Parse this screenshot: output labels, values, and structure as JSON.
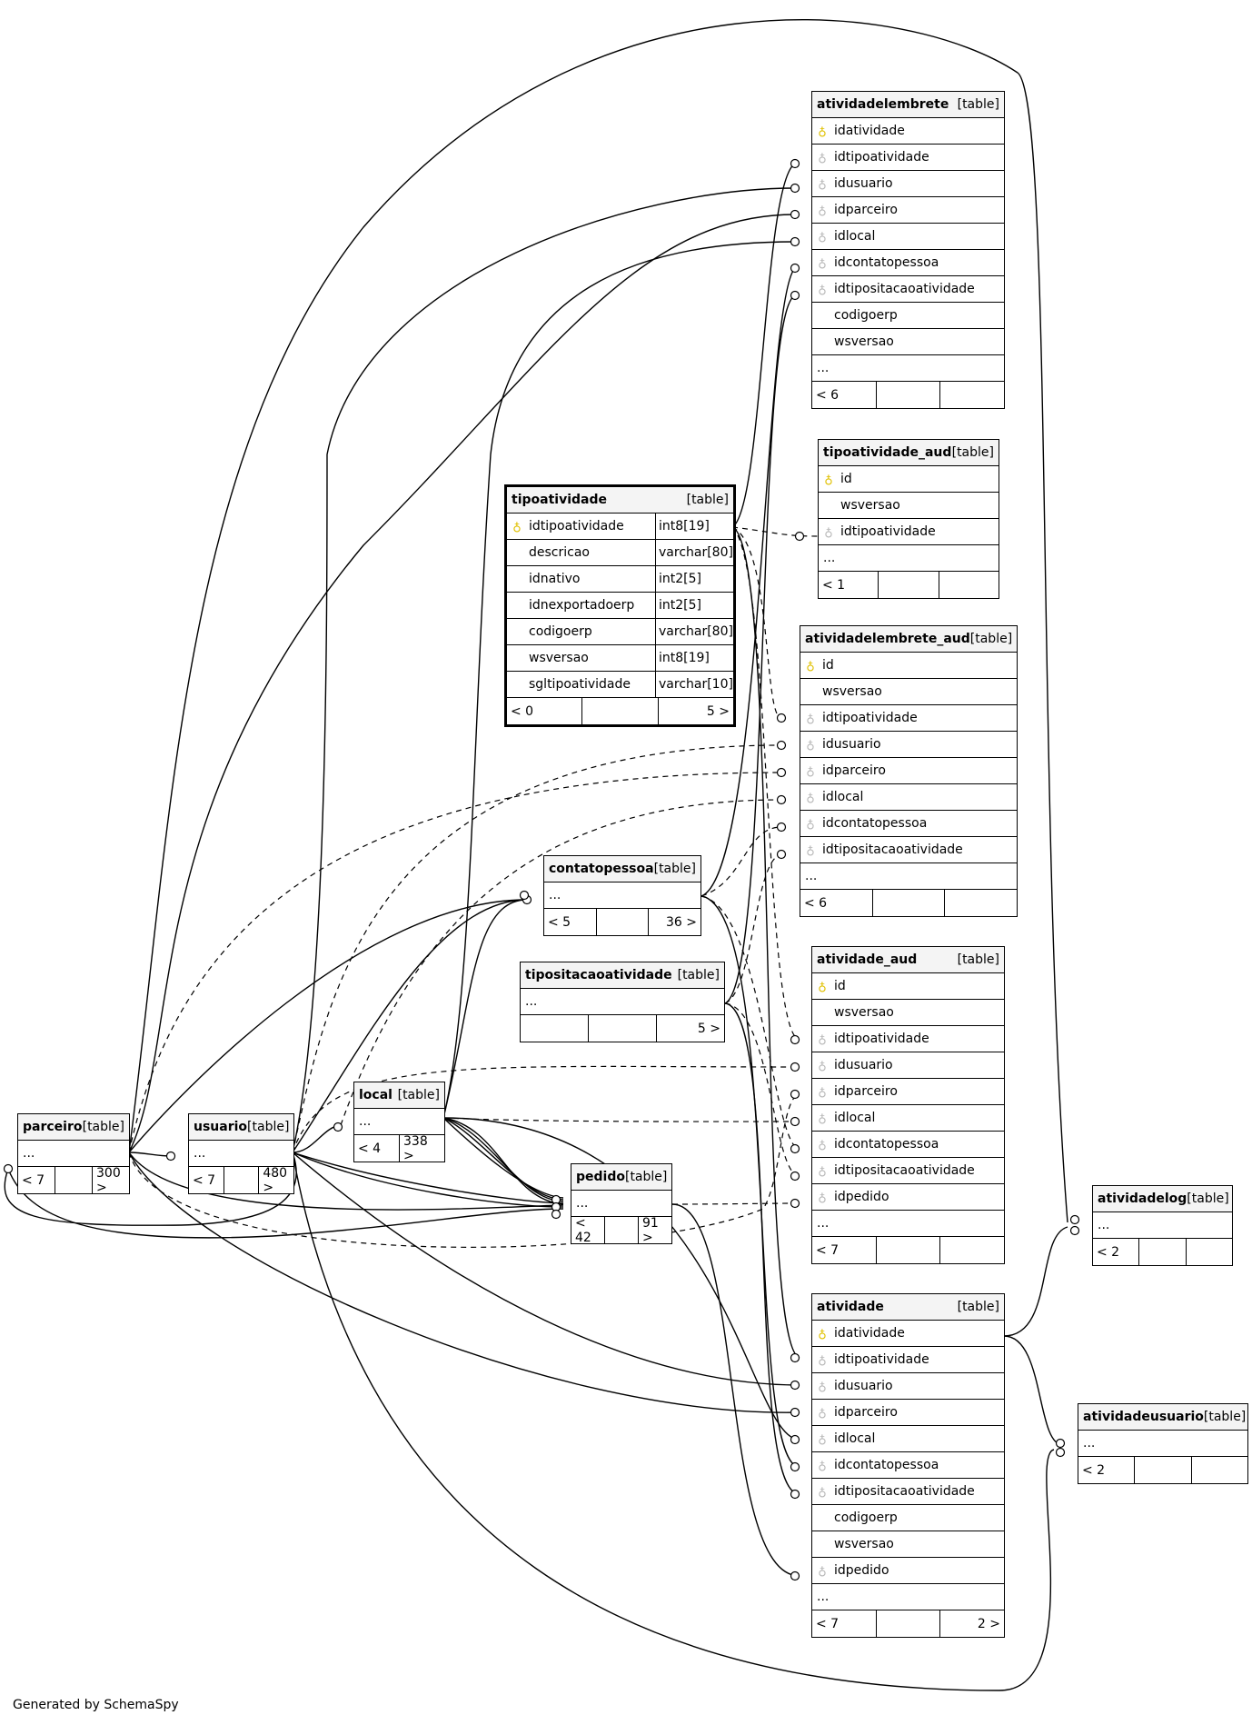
{
  "credit": "Generated by SchemaSpy",
  "table_kind": "[table]",
  "ellipsis": "...",
  "tables": {
    "atividadelembrete": {
      "name": "atividadelembrete",
      "columns": [
        {
          "name": "idatividade",
          "key": "pk"
        },
        {
          "name": "idtipoatividade",
          "key": "fk"
        },
        {
          "name": "idusuario",
          "key": "fk"
        },
        {
          "name": "idparceiro",
          "key": "fk"
        },
        {
          "name": "idlocal",
          "key": "fk"
        },
        {
          "name": "idcontatopessoa",
          "key": "fk"
        },
        {
          "name": "idtipositacaoatividade",
          "key": "fk"
        },
        {
          "name": "codigoerp",
          "key": ""
        },
        {
          "name": "wsversao",
          "key": ""
        }
      ],
      "footer": [
        "< 6",
        "",
        ""
      ]
    },
    "tipoatividade_aud": {
      "name": "tipoatividade_aud",
      "columns": [
        {
          "name": "id",
          "key": "pk"
        },
        {
          "name": "wsversao",
          "key": ""
        },
        {
          "name": "idtipoatividade",
          "key": "fk"
        }
      ],
      "footer": [
        "< 1",
        "",
        ""
      ]
    },
    "tipoatividade": {
      "name": "tipoatividade",
      "columns": [
        {
          "name": "idtipoatividade",
          "key": "pk",
          "type": "int8[19]"
        },
        {
          "name": "descricao",
          "key": "",
          "type": "varchar[80]"
        },
        {
          "name": "idnativo",
          "key": "",
          "type": "int2[5]"
        },
        {
          "name": "idnexportadoerp",
          "key": "",
          "type": "int2[5]"
        },
        {
          "name": "codigoerp",
          "key": "",
          "type": "varchar[80]"
        },
        {
          "name": "wsversao",
          "key": "",
          "type": "int8[19]"
        },
        {
          "name": "sgltipoatividade",
          "key": "",
          "type": "varchar[10]"
        }
      ],
      "footer": [
        "< 0",
        "",
        "5 >"
      ]
    },
    "atividadelembrete_aud": {
      "name": "atividadelembrete_aud",
      "columns": [
        {
          "name": "id",
          "key": "pk"
        },
        {
          "name": "wsversao",
          "key": ""
        },
        {
          "name": "idtipoatividade",
          "key": "fk"
        },
        {
          "name": "idusuario",
          "key": "fk"
        },
        {
          "name": "idparceiro",
          "key": "fk"
        },
        {
          "name": "idlocal",
          "key": "fk"
        },
        {
          "name": "idcontatopessoa",
          "key": "fk"
        },
        {
          "name": "idtipositacaoatividade",
          "key": "fk"
        }
      ],
      "footer": [
        "< 6",
        "",
        ""
      ]
    },
    "contatopessoa": {
      "name": "contatopessoa",
      "columns": [],
      "footer": [
        "< 5",
        "",
        "36 >"
      ]
    },
    "tipositacaoatividade": {
      "name": "tipositacaoatividade",
      "columns": [],
      "footer": [
        "",
        "",
        "5 >"
      ]
    },
    "atividade_aud": {
      "name": "atividade_aud",
      "columns": [
        {
          "name": "id",
          "key": "pk"
        },
        {
          "name": "wsversao",
          "key": ""
        },
        {
          "name": "idtipoatividade",
          "key": "fk"
        },
        {
          "name": "idusuario",
          "key": "fk"
        },
        {
          "name": "idparceiro",
          "key": "fk"
        },
        {
          "name": "idlocal",
          "key": "fk"
        },
        {
          "name": "idcontatopessoa",
          "key": "fk"
        },
        {
          "name": "idtipositacaoatividade",
          "key": "fk"
        },
        {
          "name": "idpedido",
          "key": "fk"
        }
      ],
      "footer": [
        "< 7",
        "",
        ""
      ]
    },
    "parceiro": {
      "name": "parceiro",
      "columns": [],
      "footer": [
        "< 7",
        "",
        "300 >"
      ]
    },
    "usuario": {
      "name": "usuario",
      "columns": [],
      "footer": [
        "< 7",
        "",
        "480 >"
      ]
    },
    "local": {
      "name": "local",
      "columns": [],
      "footer": [
        "< 4",
        "338 >"
      ]
    },
    "pedido": {
      "name": "pedido",
      "columns": [],
      "footer": [
        "< 42",
        "",
        "91 >"
      ]
    },
    "atividadelog": {
      "name": "atividadelog",
      "columns": [],
      "footer": [
        "< 2",
        "",
        ""
      ]
    },
    "atividade": {
      "name": "atividade",
      "columns": [
        {
          "name": "idatividade",
          "key": "pk"
        },
        {
          "name": "idtipoatividade",
          "key": "fk"
        },
        {
          "name": "idusuario",
          "key": "fk"
        },
        {
          "name": "idparceiro",
          "key": "fk"
        },
        {
          "name": "idlocal",
          "key": "fk"
        },
        {
          "name": "idcontatopessoa",
          "key": "fk"
        },
        {
          "name": "idtipositacaoatividade",
          "key": "fk"
        },
        {
          "name": "codigoerp",
          "key": ""
        },
        {
          "name": "wsversao",
          "key": ""
        },
        {
          "name": "idpedido",
          "key": "fk"
        }
      ],
      "footer": [
        "< 7",
        "",
        "2 >"
      ]
    },
    "atividadeusuario": {
      "name": "atividadeusuario",
      "columns": [],
      "footer": [
        "< 2",
        "",
        ""
      ]
    }
  }
}
